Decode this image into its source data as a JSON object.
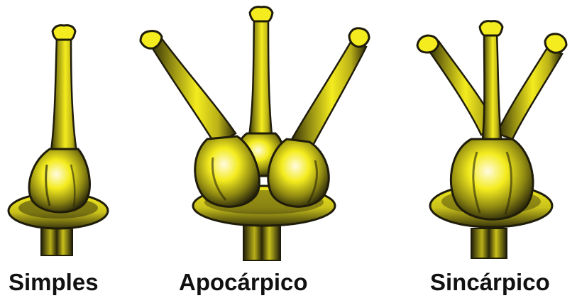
{
  "colors": {
    "yellow": "#f4ec1e",
    "olive": "#6e6a10",
    "dark": "#1f1c0a",
    "highlight": "#fffbe0",
    "rim": "#ff2bd6",
    "caption": "#111111"
  },
  "figures": [
    {
      "id": "simples",
      "label": "Simples",
      "carpels": 1
    },
    {
      "id": "apocarpico",
      "label": "Apocárpico",
      "carpels": 3
    },
    {
      "id": "sincarpico",
      "label": "Sincárpico",
      "carpels": 3
    }
  ]
}
